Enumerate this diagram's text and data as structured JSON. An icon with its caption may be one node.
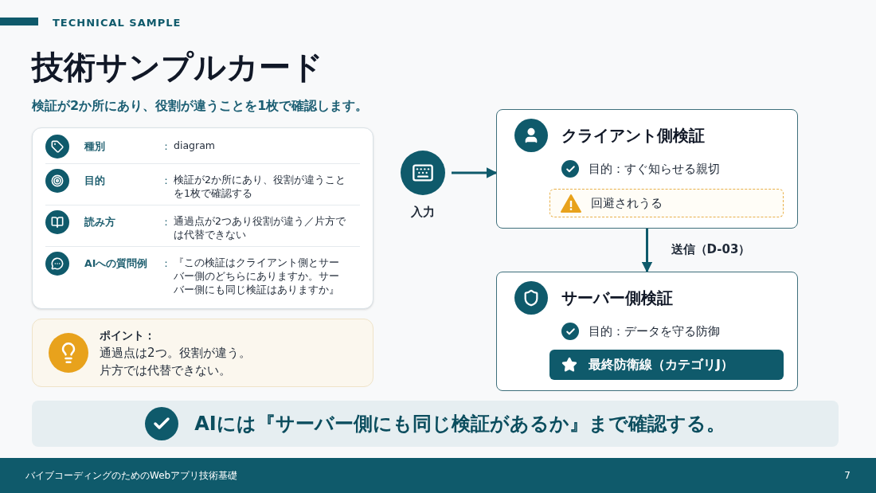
{
  "diagram": {
    "title": "技術サンプルカード",
    "nodes": [
      {
        "text": [
          "種別",
          "：",
          "diagram",
          "目的",
          "：",
          "検証が2か所にあり、役割が違うことを1枚で確認する",
          "読み方",
          "：",
          "通過点が2つあり役割が違う／片方では代替できない",
          "AIへの質問例",
          "：",
          "『この検証はクライアント側とサーバー側のどちらにありますか。サーバー側にも同じ検証はありますか』"
        ]
      },
      {
        "text": [
          "ポイント：",
          "通過点は2つ。役割が違う。片方では代替できない。"
        ]
      },
      {
        "text": [
          "入力"
        ]
      },
      {
        "text": [
          "クライアント側検証",
          "目的：すぐ知らせる親切"
        ]
      },
      {
        "text": [
          "回避されうる"
        ],
        "in": 3
      },
      {
        "text": [
          "サーバー側検証",
          "目的：データを守る防御"
        ]
      },
      {
        "text": [
          "最終防衛線（カテゴリJ）"
        ],
        "in": 5
      },
      {
        "text": [
          "AIには『サーバー側にも同じ検証があるか』まで確認する。"
        ]
      },
      {
        "text": [
          "バイブコーディングのためのWebアプリ技術基礎",
          "7"
        ]
      }
    ],
    "edges": [
      {
        "from": 2,
        "to": 3,
        "arrow": "to"
      },
      {
        "from": 3,
        "to": 5,
        "arrow": "to",
        "label": "送信（D-03）"
      }
    ],
    "labels": [
      "TECHNICAL SAMPLE",
      "検証が2か所にあり、役割が違うことを1枚で確認します。"
    ]
  }
}
